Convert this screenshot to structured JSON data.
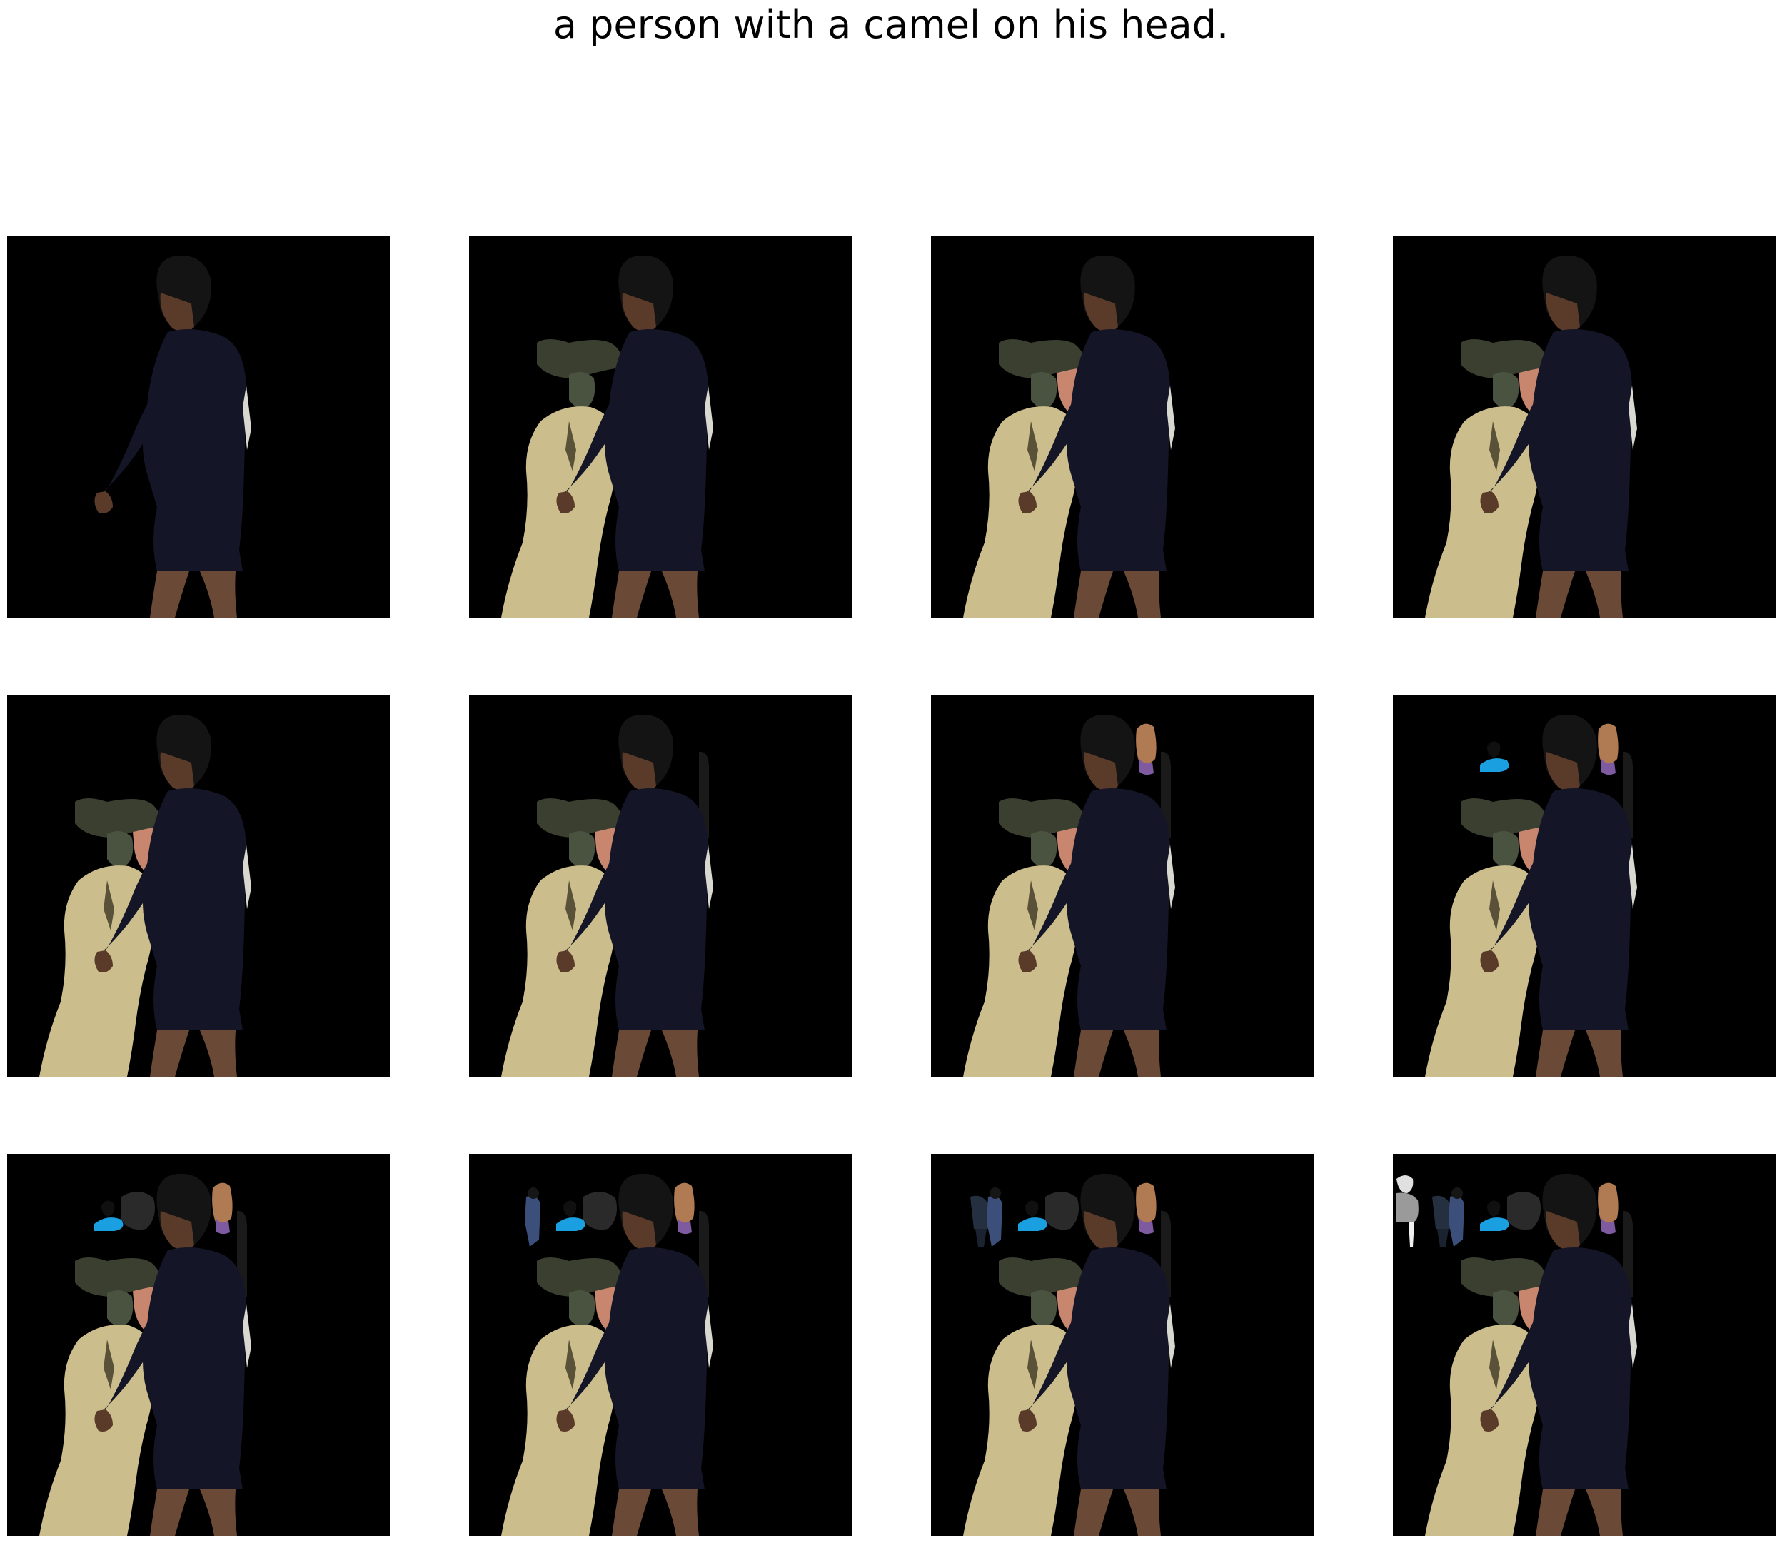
{
  "title": "a person with a camel on his head.",
  "colors": {
    "background": "#ffffff",
    "panel_background": "#000000",
    "wetsuit": "#141628",
    "skin": "#5a3a28",
    "camel_body": "#cbbd8c",
    "camel_head": "#3a3f30",
    "face_pink": "#c9866f",
    "blue_shirt": "#1aa0e0",
    "hair_auburn": "#b07a52"
  },
  "panels": [
    {
      "index": 1,
      "layers": 1
    },
    {
      "index": 2,
      "layers": 2
    },
    {
      "index": 3,
      "layers": 3
    },
    {
      "index": 4,
      "layers": 4
    },
    {
      "index": 5,
      "layers": 4
    },
    {
      "index": 6,
      "layers": 5
    },
    {
      "index": 7,
      "layers": 6
    },
    {
      "index": 8,
      "layers": 7
    },
    {
      "index": 9,
      "layers": 8
    },
    {
      "index": 10,
      "layers": 9
    },
    {
      "index": 11,
      "layers": 10
    },
    {
      "index": 12,
      "layers": 11
    }
  ]
}
